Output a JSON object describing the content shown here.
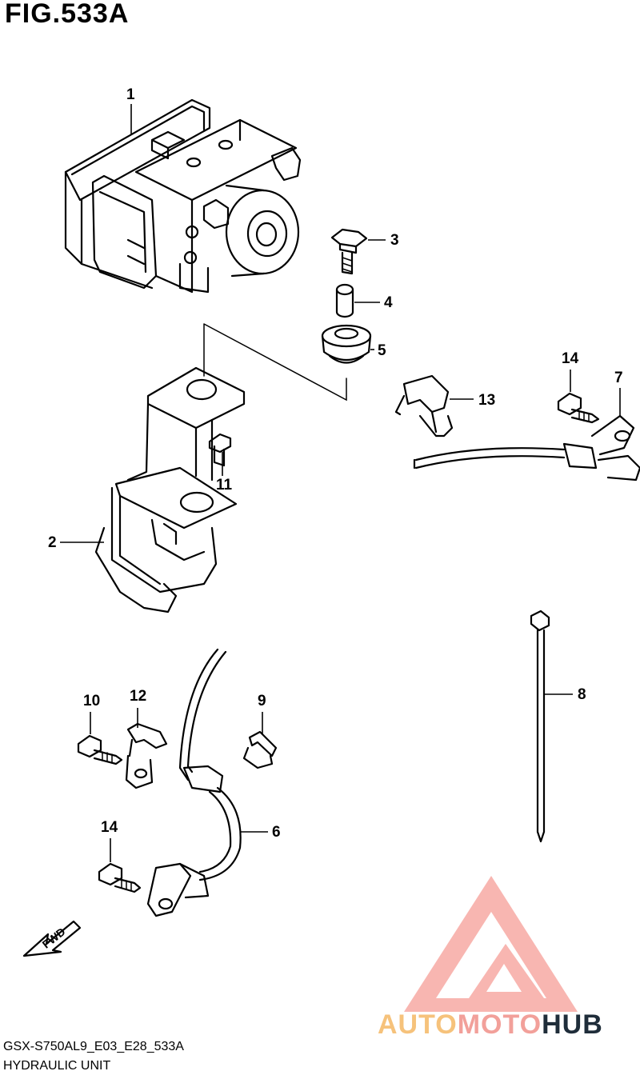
{
  "figure": {
    "title": "FIG.533A"
  },
  "callouts": [
    "1",
    "2",
    "3",
    "4",
    "5",
    "6",
    "7",
    "8",
    "9",
    "10",
    "11",
    "12",
    "13",
    "14",
    "14"
  ],
  "fwd_label": "FWD",
  "footer": {
    "code": "GSX-S750AL9_E03_E28_533A",
    "name": "HYDRAULIC UNIT"
  },
  "watermark": {
    "part1": "AUTO",
    "part2": "MOTO",
    "part3": "HUB"
  },
  "colors": {
    "line": "#000000",
    "brand_orange": "#f6c27b",
    "brand_pink": "#f2a09a",
    "brand_dark": "#1f2d3a"
  }
}
